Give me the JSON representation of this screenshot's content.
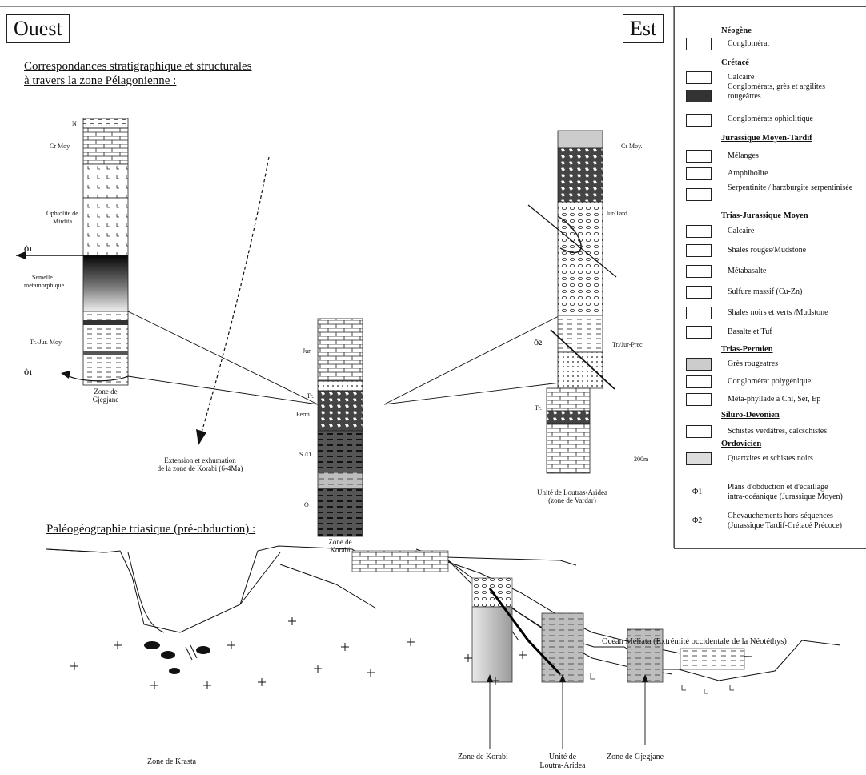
{
  "header": {
    "left_tag": "Ouest",
    "right_tag": "Est"
  },
  "section1": {
    "title_line1": "Correspondances stratigraphique et structurales",
    "title_line2": "à travers la zone Pélagonienne :"
  },
  "section2": {
    "title": "Paléogéographie triasique (pré-obduction) :"
  },
  "col_left": {
    "labels": [
      "N",
      "Cr Moy",
      "Ophiolite de",
      "Mirdita",
      "Ô1",
      "Semelle",
      "métamorphique",
      "Tr.-Jur. Moy",
      "Ô1"
    ],
    "caption_line1": "Zone de",
    "caption_line2": "Gjegjane"
  },
  "col_middle": {
    "labels": [
      "Jur.",
      "Tr.",
      "Perm",
      "S./D",
      "O"
    ],
    "caption_line1": "Zone de",
    "caption_line2": "Korabi"
  },
  "col_right": {
    "labels": [
      "Cr Moy.",
      "Jur-Tard.",
      "Ô2",
      "Tr./Jur-Prec",
      "Tr.",
      "200m"
    ],
    "caption_line1": "Unité de Loutras-Aridea",
    "caption_line2": "(zone de Vardar)"
  },
  "extension_note": {
    "line1": "Extension et exhumation",
    "line2": "de la zone de Korabi (6-4Ma)"
  },
  "legend": {
    "sections": [
      {
        "heading": "Néogène",
        "items": [
          "Conglomérat"
        ]
      },
      {
        "heading": "Crétacé",
        "items": [
          "Calcaire",
          "Conglomérats, grès et argilites rougeâtres",
          "Conglomérats ophiolitique"
        ]
      },
      {
        "heading": "Jurassique Moyen-Tardif",
        "items": [
          "Mélanges",
          "Amphibolite",
          "Serpentinite / harzburgite serpentinisée"
        ]
      },
      {
        "heading": "Trias-Jurassique Moyen",
        "items": [
          "Calcaire",
          "Shales rouges/Mudstone",
          "Métabasalte",
          "Sulfure massif (Cu-Zn)",
          "Shales noirs et verts /Mudstone",
          "Basalte et Tuf"
        ]
      },
      {
        "heading": "Trias-Permien",
        "items": [
          "Grès rougeatres",
          "Conglomérat polygénique",
          "Méta-phyllade à Chl, Ser, Ep"
        ]
      },
      {
        "heading": "Siluro-Devonien",
        "items": [
          "Schistes verdâtres, calcschistes"
        ]
      },
      {
        "heading": "Ordovicien",
        "items": [
          "Quartzites et schistes noirs"
        ]
      }
    ],
    "symbols": [
      {
        "sym": "Φ1",
        "line1": "Plans d'obduction et d'écaillage",
        "line2": "intra-océanique (Jurassique Moyen)"
      },
      {
        "sym": "Φ2",
        "line1": "Chevauchements hors-séquences",
        "line2": "(Jurassique Tardif-Crétacé Précoce)"
      }
    ]
  },
  "bottom": {
    "ocean_label": "Océan Méliata (Extrémité occidentale de la Néotéthys)",
    "zone_krasta": "Zone de Krasta",
    "zone_korabi": "Zone de Korabi",
    "unite_line1": "Unité de",
    "unite_line2": "Loutra-Aridea",
    "zone_gjegjane": "Zone de Gjegjane"
  },
  "colors": {
    "line": "#111111",
    "dark": "#2a2a2a",
    "grey": "#9a9a9a",
    "light": "#d6d6d6"
  }
}
